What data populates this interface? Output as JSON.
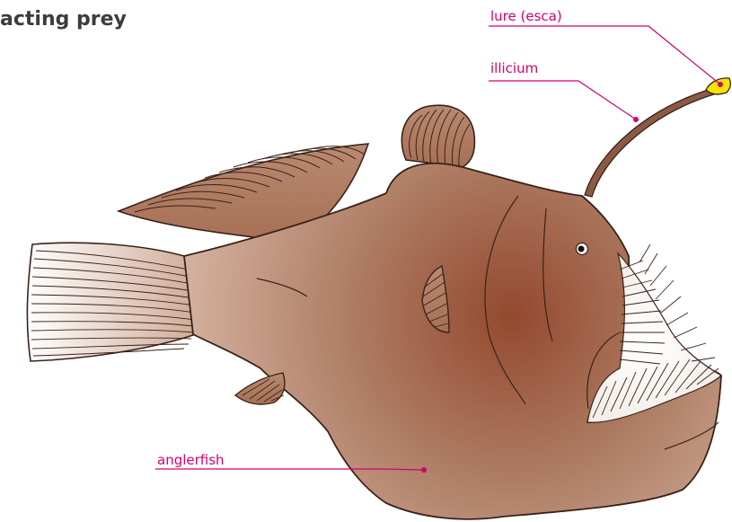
{
  "title": "acting prey",
  "labels": {
    "lure": "lure (esca)",
    "illicium": "illicium",
    "anglerfish": "anglerfish"
  },
  "colors": {
    "label": "#d4006f",
    "body_light": "#d8b8a6",
    "body_mid": "#ad7b62",
    "body_dark": "#93492e",
    "outline": "#3a2218",
    "lure": "#f5e300",
    "teeth": "#ffffff"
  },
  "icons": [
    "anglerfish-illustration",
    "lure-esca-icon",
    "illicium-stalk-icon",
    "eye-icon",
    "teeth-icon"
  ]
}
